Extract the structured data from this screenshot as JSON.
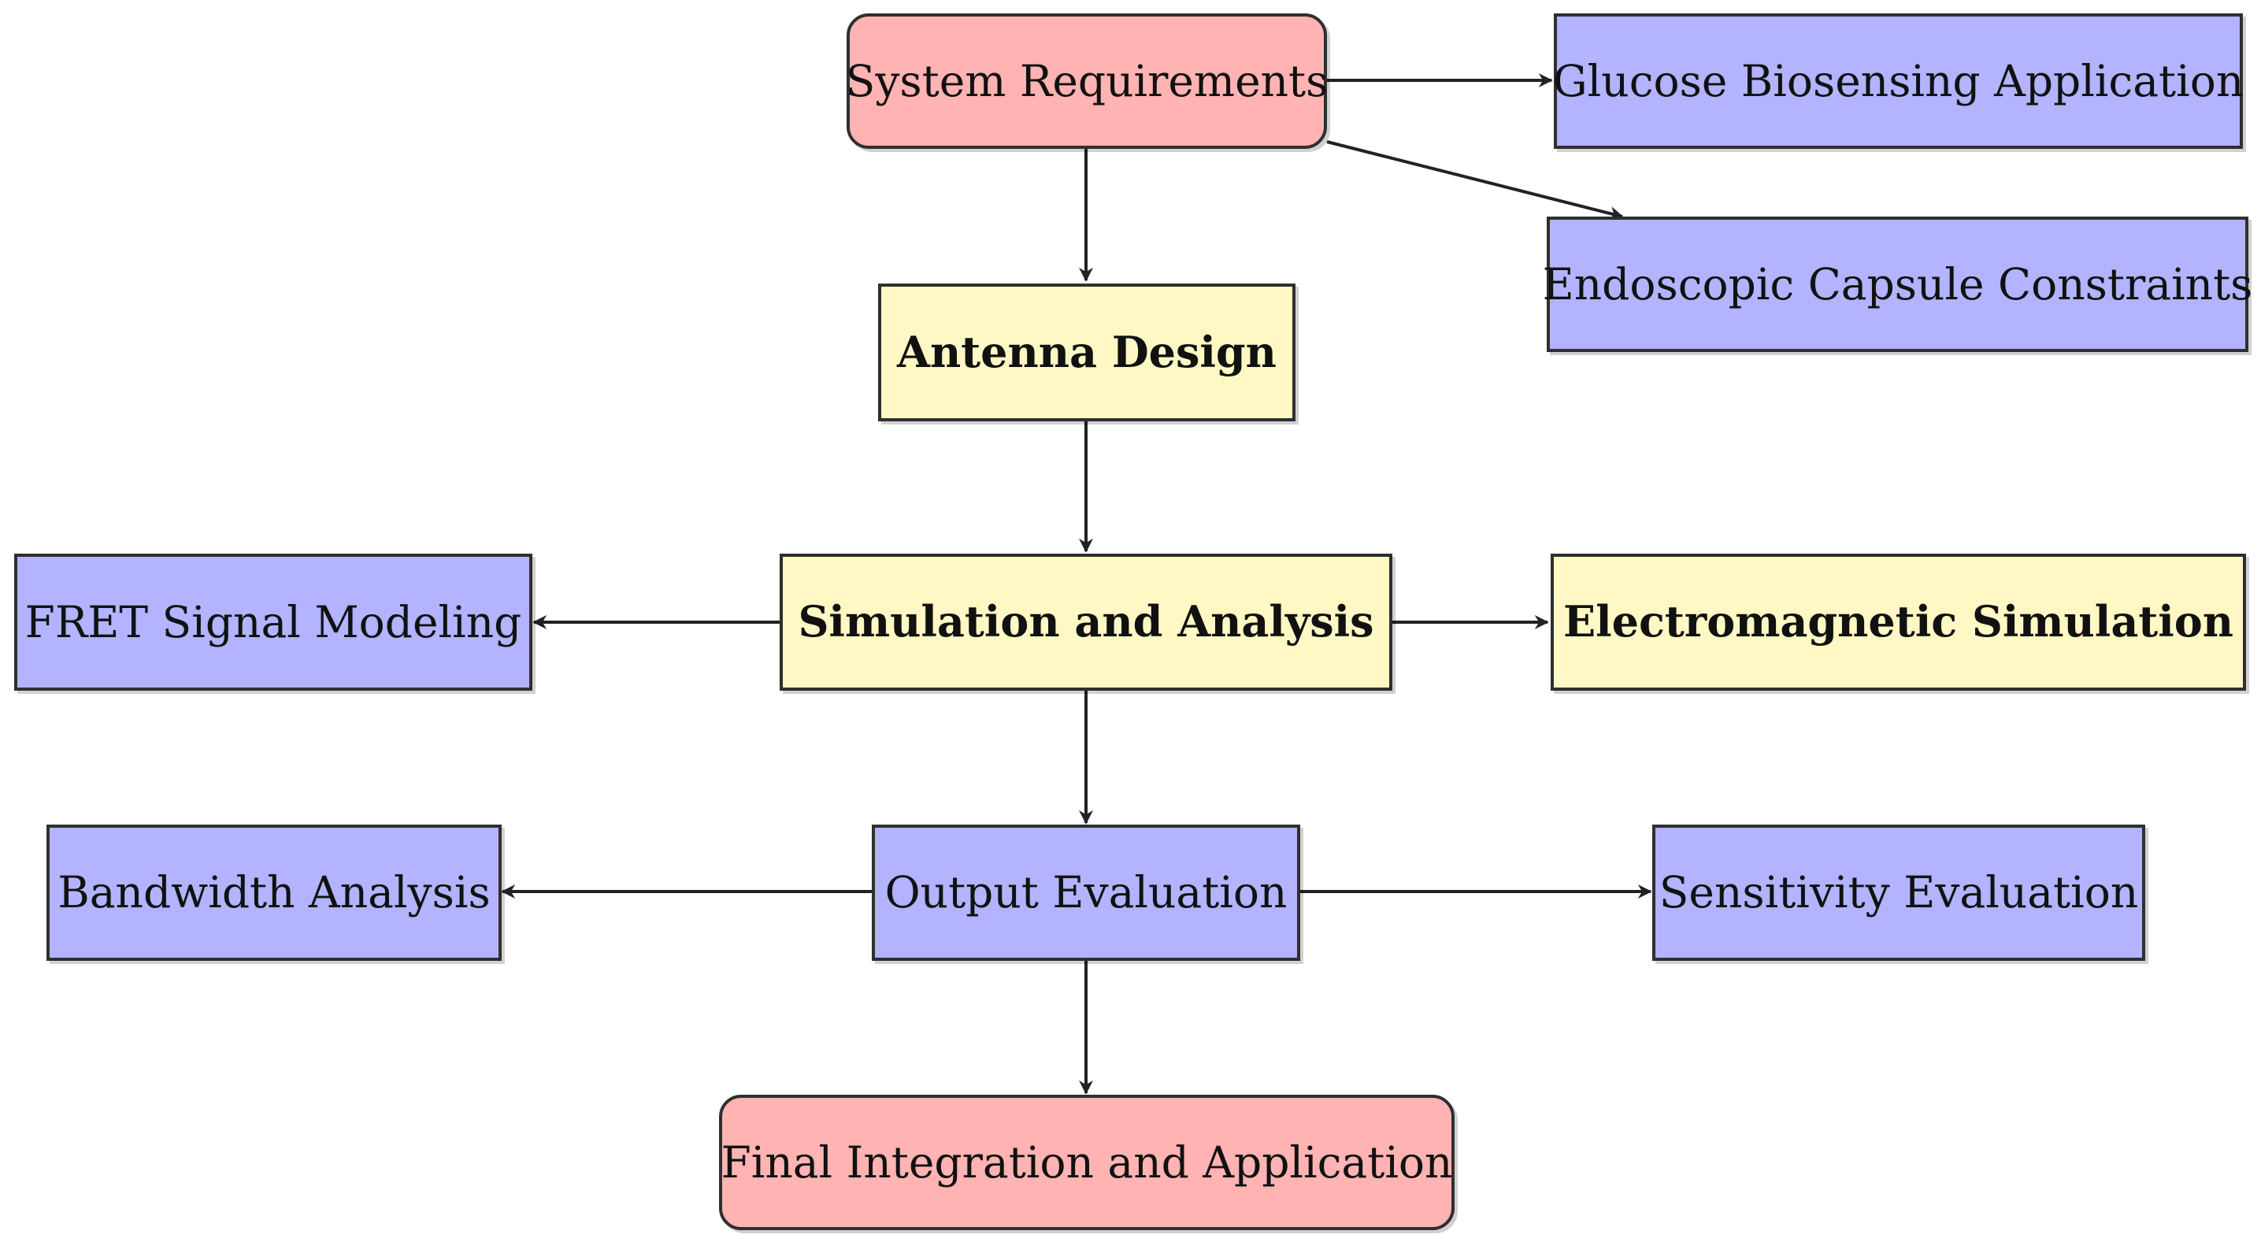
{
  "colors": {
    "terminal_fill": "#ffb3b3",
    "process_fill": "#fff8c4",
    "detail_fill": "#b3b3ff",
    "border": "#2f2f2f",
    "edge": "#222222"
  },
  "nodes": {
    "system_requirements": "System Requirements",
    "glucose_biosensing": "Glucose Biosensing Application",
    "endoscopic_capsule": "Endoscopic Capsule Constraints",
    "antenna_design": "Antenna Design",
    "simulation_analysis": "Simulation and Analysis",
    "fret_modeling": "FRET Signal Modeling",
    "em_simulation": "Electromagnetic Simulation",
    "output_evaluation": "Output Evaluation",
    "bandwidth_analysis": "Bandwidth Analysis",
    "sensitivity_evaluation": "Sensitivity Evaluation",
    "final_integration": "Final Integration and Application"
  },
  "edges": [
    {
      "from": "System Requirements",
      "to": "Glucose Biosensing Application"
    },
    {
      "from": "System Requirements",
      "to": "Endoscopic Capsule Constraints"
    },
    {
      "from": "System Requirements",
      "to": "Antenna Design"
    },
    {
      "from": "Antenna Design",
      "to": "Simulation and Analysis"
    },
    {
      "from": "Simulation and Analysis",
      "to": "FRET Signal Modeling"
    },
    {
      "from": "Simulation and Analysis",
      "to": "Electromagnetic Simulation"
    },
    {
      "from": "Simulation and Analysis",
      "to": "Output Evaluation"
    },
    {
      "from": "Output Evaluation",
      "to": "Bandwidth Analysis"
    },
    {
      "from": "Output Evaluation",
      "to": "Sensitivity Evaluation"
    },
    {
      "from": "Output Evaluation",
      "to": "Final Integration and Application"
    }
  ]
}
